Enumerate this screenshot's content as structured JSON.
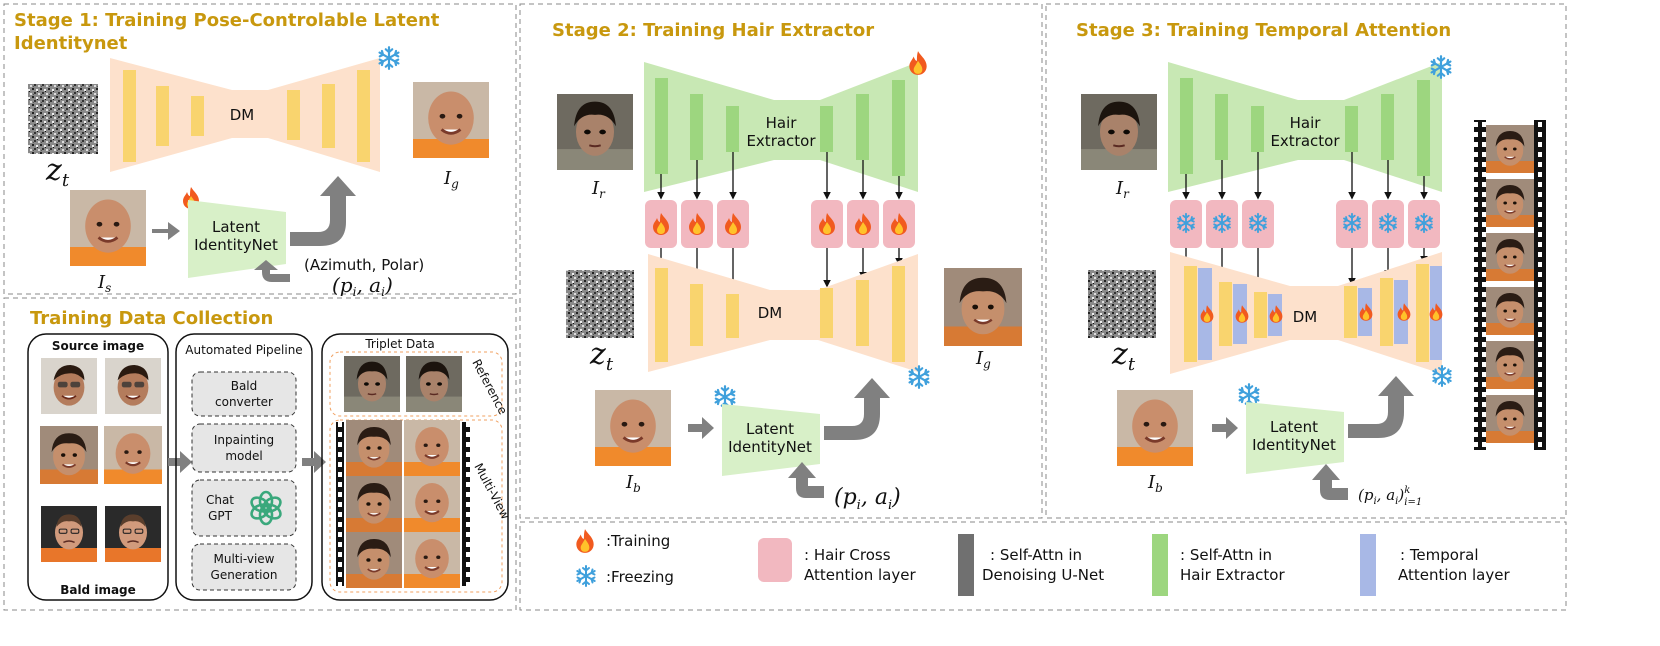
{
  "stage1": {
    "title_line1": "Stage 1: Training Pose-Controlable Latent",
    "title_line2": "Identitynet",
    "dm_label": "DM",
    "identitynet_line1": "Latent",
    "identitynet_line2": "IdentityNet",
    "pose_label": "(Azimuth, Polar)",
    "pose_math": "(p",
    "zt": "z",
    "zt_sub": "t",
    "ig": "I",
    "ig_sub": "g",
    "is": "I",
    "is_sub": "s"
  },
  "stage2": {
    "title": "Stage 2: Training Hair Extractor",
    "hair_line1": "Hair",
    "hair_line2": "Extractor",
    "dm_label": "DM",
    "identitynet_line1": "Latent",
    "identitynet_line2": "IdentityNet",
    "ir": "I",
    "ir_sub": "r",
    "ig": "I",
    "ig_sub": "g",
    "ib": "I",
    "ib_sub": "b",
    "zt": "z",
    "zt_sub": "t"
  },
  "stage3": {
    "title": "Stage 3: Training Temporal Attention",
    "hair_line1": "Hair",
    "hair_line2": "Extractor",
    "dm_label": "DM",
    "identitynet_line1": "Latent",
    "identitynet_line2": "IdentityNet",
    "ir": "I",
    "ir_sub": "r",
    "ib": "I",
    "ib_sub": "b",
    "zt": "z",
    "zt_sub": "t"
  },
  "data_collection": {
    "title": "Training Data Collection",
    "source_label": "Source image",
    "bald_label": "Bald image",
    "pipeline_title": "Automated Pipeline",
    "steps": [
      {
        "line1": "Bald",
        "line2": "converter"
      },
      {
        "line1": "Inpainting",
        "line2": "model"
      },
      {
        "line1": "Chat",
        "line2": "GPT"
      },
      {
        "line1": "Multi-view",
        "line2": "Generation"
      }
    ],
    "triplet_title": "Triplet Data",
    "reference_label": "Reference",
    "multiview_label": "Multi-View"
  },
  "legend": {
    "training": ":Training",
    "freezing": ":Freezing",
    "hair_cross_line1": ": Hair Cross",
    "hair_cross_line2": "Attention layer",
    "self_attn_unet_line1": ": Self-Attn in",
    "self_attn_unet_line2": "Denoising U-Net",
    "self_attn_hair_line1": ": Self-Attn in",
    "self_attn_hair_line2": "Hair Extractor",
    "temporal_line1": ": Temporal",
    "temporal_line2": "Attention layer"
  },
  "colors": {
    "dm_fill": "#fde1cc",
    "bar_yellow": "#f9d46e",
    "hair_fill": "#c8e8b4",
    "bar_green": "#9dd67f",
    "cross_attn": "#f2b8c0",
    "self_attn_unet": "#707070",
    "temporal": "#a8b8e6",
    "title": "#c8980e",
    "arrow": "#808080"
  },
  "icons": {
    "training": "fire-icon",
    "freezing": "snowflake-icon"
  }
}
